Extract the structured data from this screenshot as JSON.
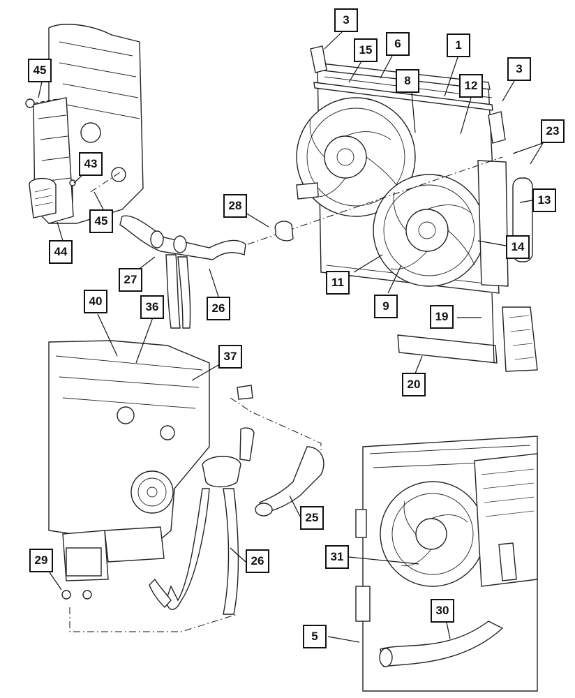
{
  "callouts": [
    {
      "id": "c3a",
      "label": "3"
    },
    {
      "id": "c15",
      "label": "15"
    },
    {
      "id": "c6",
      "label": "6"
    },
    {
      "id": "c1",
      "label": "1"
    },
    {
      "id": "c3b",
      "label": "3"
    },
    {
      "id": "c8",
      "label": "8"
    },
    {
      "id": "c12",
      "label": "12"
    },
    {
      "id": "c23",
      "label": "23"
    },
    {
      "id": "c13",
      "label": "13"
    },
    {
      "id": "c14",
      "label": "14"
    },
    {
      "id": "c11",
      "label": "11"
    },
    {
      "id": "c9",
      "label": "9"
    },
    {
      "id": "c19",
      "label": "19"
    },
    {
      "id": "c20",
      "label": "20"
    },
    {
      "id": "c28",
      "label": "28"
    },
    {
      "id": "c27",
      "label": "27"
    },
    {
      "id": "c26a",
      "label": "26"
    },
    {
      "id": "c45a",
      "label": "45"
    },
    {
      "id": "c43",
      "label": "43"
    },
    {
      "id": "c45b",
      "label": "45"
    },
    {
      "id": "c44",
      "label": "44"
    },
    {
      "id": "c40",
      "label": "40"
    },
    {
      "id": "c36",
      "label": "36"
    },
    {
      "id": "c37",
      "label": "37"
    },
    {
      "id": "c25",
      "label": "25"
    },
    {
      "id": "c26b",
      "label": "26"
    },
    {
      "id": "c29",
      "label": "29"
    },
    {
      "id": "c31",
      "label": "31"
    },
    {
      "id": "c30",
      "label": "30"
    },
    {
      "id": "c5",
      "label": "5"
    }
  ]
}
